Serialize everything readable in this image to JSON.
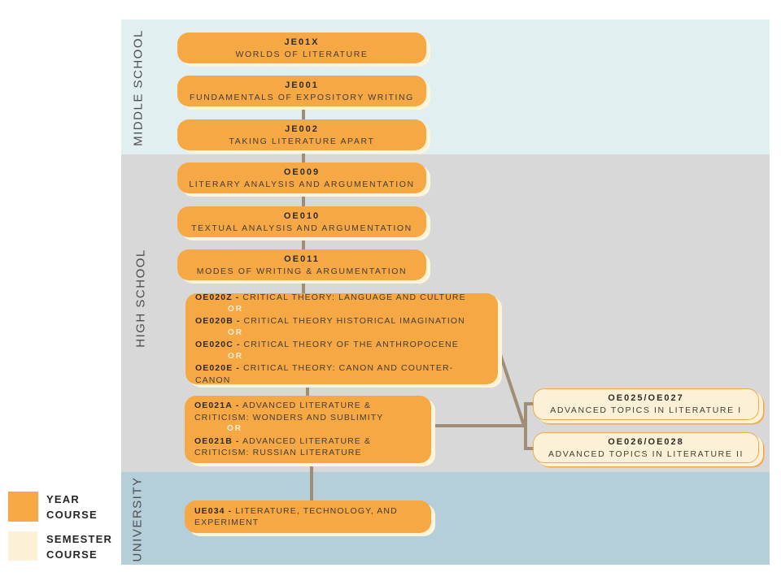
{
  "bands": {
    "middle_school": {
      "label": "MIDDLE SCHOOL"
    },
    "high_school": {
      "label": "HIGH SCHOOL"
    },
    "university": {
      "label": "UNIVERSITY"
    }
  },
  "or_label": "OR",
  "dash": "-",
  "courses": {
    "je01x": {
      "code": "JE01X",
      "title": "WORLDS OF LITERATURE"
    },
    "je001": {
      "code": "JE001",
      "title": "FUNDAMENTALS OF EXPOSITORY WRITING"
    },
    "je002": {
      "code": "JE002",
      "title": "TAKING LITERATURE APART"
    },
    "oe009": {
      "code": "OE009",
      "title": "LITERARY ANALYSIS AND ARGUMENTATION"
    },
    "oe010": {
      "code": "OE010",
      "title": "TEXTUAL ANALYSIS AND ARGUMENTATION"
    },
    "oe011": {
      "code": "OE011",
      "title": "MODES OF WRITING & ARGUMENTATION"
    },
    "oe020": {
      "options": [
        {
          "code": "OE020Z",
          "title": "CRITICAL THEORY: LANGUAGE AND CULTURE"
        },
        {
          "code": "OE020B",
          "title": "CRITICAL THEORY HISTORICAL IMAGINATION"
        },
        {
          "code": "OE020C",
          "title": "CRITICAL THEORY OF THE ANTHROPOCENE"
        },
        {
          "code": "OE020E",
          "title": "CRITICAL THEORY: CANON AND COUNTER-CANON"
        }
      ]
    },
    "oe021": {
      "options": [
        {
          "code": "OE021A",
          "title": "ADVANCED LITERATURE & CRITICISM: WONDERS AND SUBLIMITY"
        },
        {
          "code": "OE021B",
          "title": "ADVANCED LITERATURE & CRITICISM: RUSSIAN LITERATURE"
        }
      ]
    },
    "oe025_27": {
      "code": "OE025/OE027",
      "title": "ADVANCED TOPICS IN LITERATURE I"
    },
    "oe026_28": {
      "code": "OE026/OE028",
      "title": "ADVANCED TOPICS IN LITERATURE II"
    },
    "ue034": {
      "code": "UE034",
      "title": "LITERATURE, TECHNOLOGY, AND EXPERIMENT"
    }
  },
  "legend": {
    "year": {
      "line1": "YEAR",
      "line2": "COURSE"
    },
    "semester": {
      "line1": "SEMESTER",
      "line2": "COURSE"
    }
  },
  "colors": {
    "year_course": "#f6a845",
    "semester_course": "#fcf1d7",
    "middle_school_band": "#e2eff0",
    "high_school_band": "#d8d8d8",
    "university_band": "#b4ceda",
    "connector": "#a08d77"
  }
}
